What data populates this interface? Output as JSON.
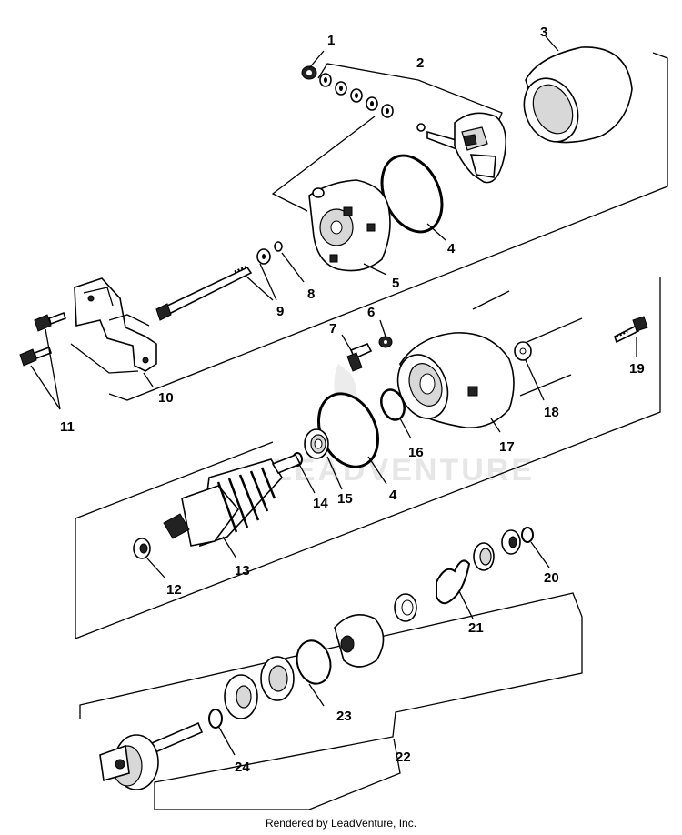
{
  "diagram": {
    "callouts": [
      "1",
      "2",
      "3",
      "4",
      "5",
      "6",
      "7",
      "8",
      "9",
      "10",
      "11",
      "12",
      "13",
      "14",
      "15",
      "4",
      "16",
      "17",
      "18",
      "19",
      "20",
      "21",
      "22",
      "23",
      "24"
    ],
    "watermark": "LEADVENTURE"
  },
  "footer": {
    "text": "Rendered by LeadVenture, Inc."
  }
}
